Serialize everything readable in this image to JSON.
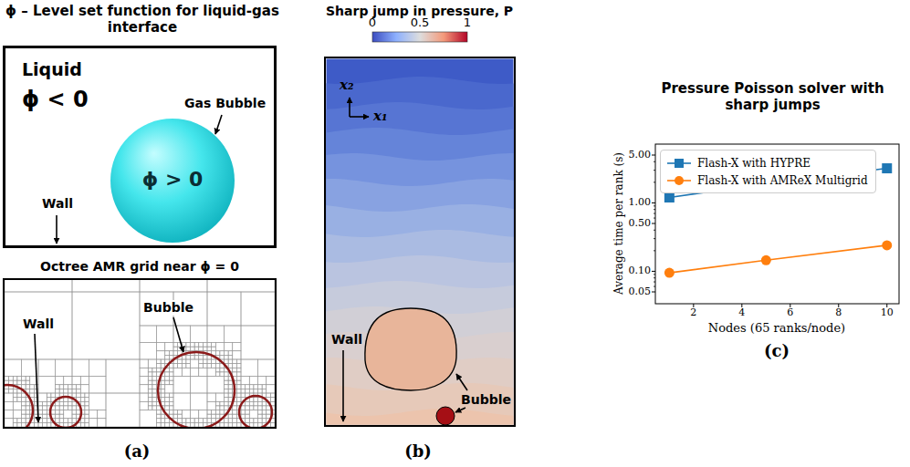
{
  "diagram": {
    "nodes": [
      {
        "text": [
          "ϕ – Level set function for liquid-gas interface",
          "Liquid",
          "ϕ < 0",
          "Gas Bubble",
          "Wall"
        ]
      },
      {
        "text": [
          "ϕ > 0"
        ],
        "in": 0
      },
      {
        "text": [
          "Octree AMR grid near ϕ = 0",
          "Wall",
          "Bubble"
        ]
      },
      {
        "text": [
          "Sharp jump in pressure, P",
          "Wall",
          "Bubble"
        ]
      }
    ],
    "labels": [
      "0",
      "0.5",
      "1",
      "x₂",
      "x₁",
      "(a)",
      "(b)",
      "Pressure Poisson solver with sharp jumps",
      "5.00",
      "1.00",
      "0.50",
      "0.10",
      "0.05",
      "2",
      "4",
      "6",
      "8",
      "10",
      "Average time per rank (s)",
      "Nodes (65 ranks/node)",
      "(c)"
    ],
    "legend": [
      {
        "text": "Flash-X with HYPRE"
      },
      {
        "text": "Flash-X with AMReX Multigrid"
      }
    ]
  }
}
